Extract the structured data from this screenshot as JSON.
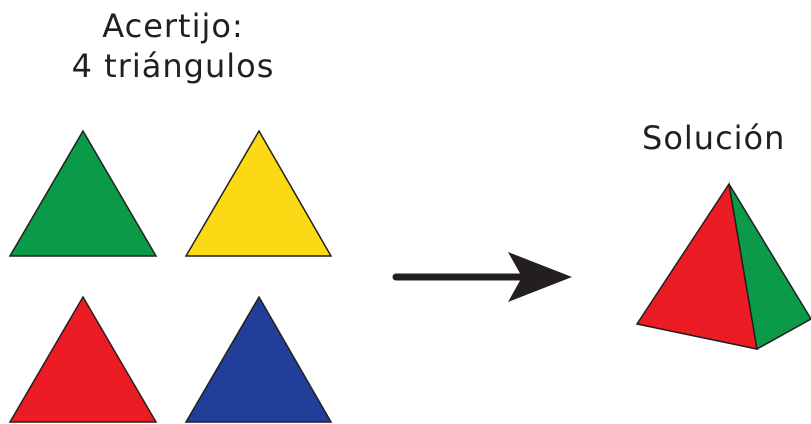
{
  "puzzle": {
    "title_line1": "Acertijo:",
    "title_line2": "4 triángulos"
  },
  "solution": {
    "title": "Solución"
  },
  "colors": {
    "green": "#0b9a48",
    "yellow": "#fcd915",
    "red": "#ec1c24",
    "blue": "#213f99",
    "orange": "#f15a24",
    "light_green": "#39b54a",
    "outline": "#231f20"
  }
}
